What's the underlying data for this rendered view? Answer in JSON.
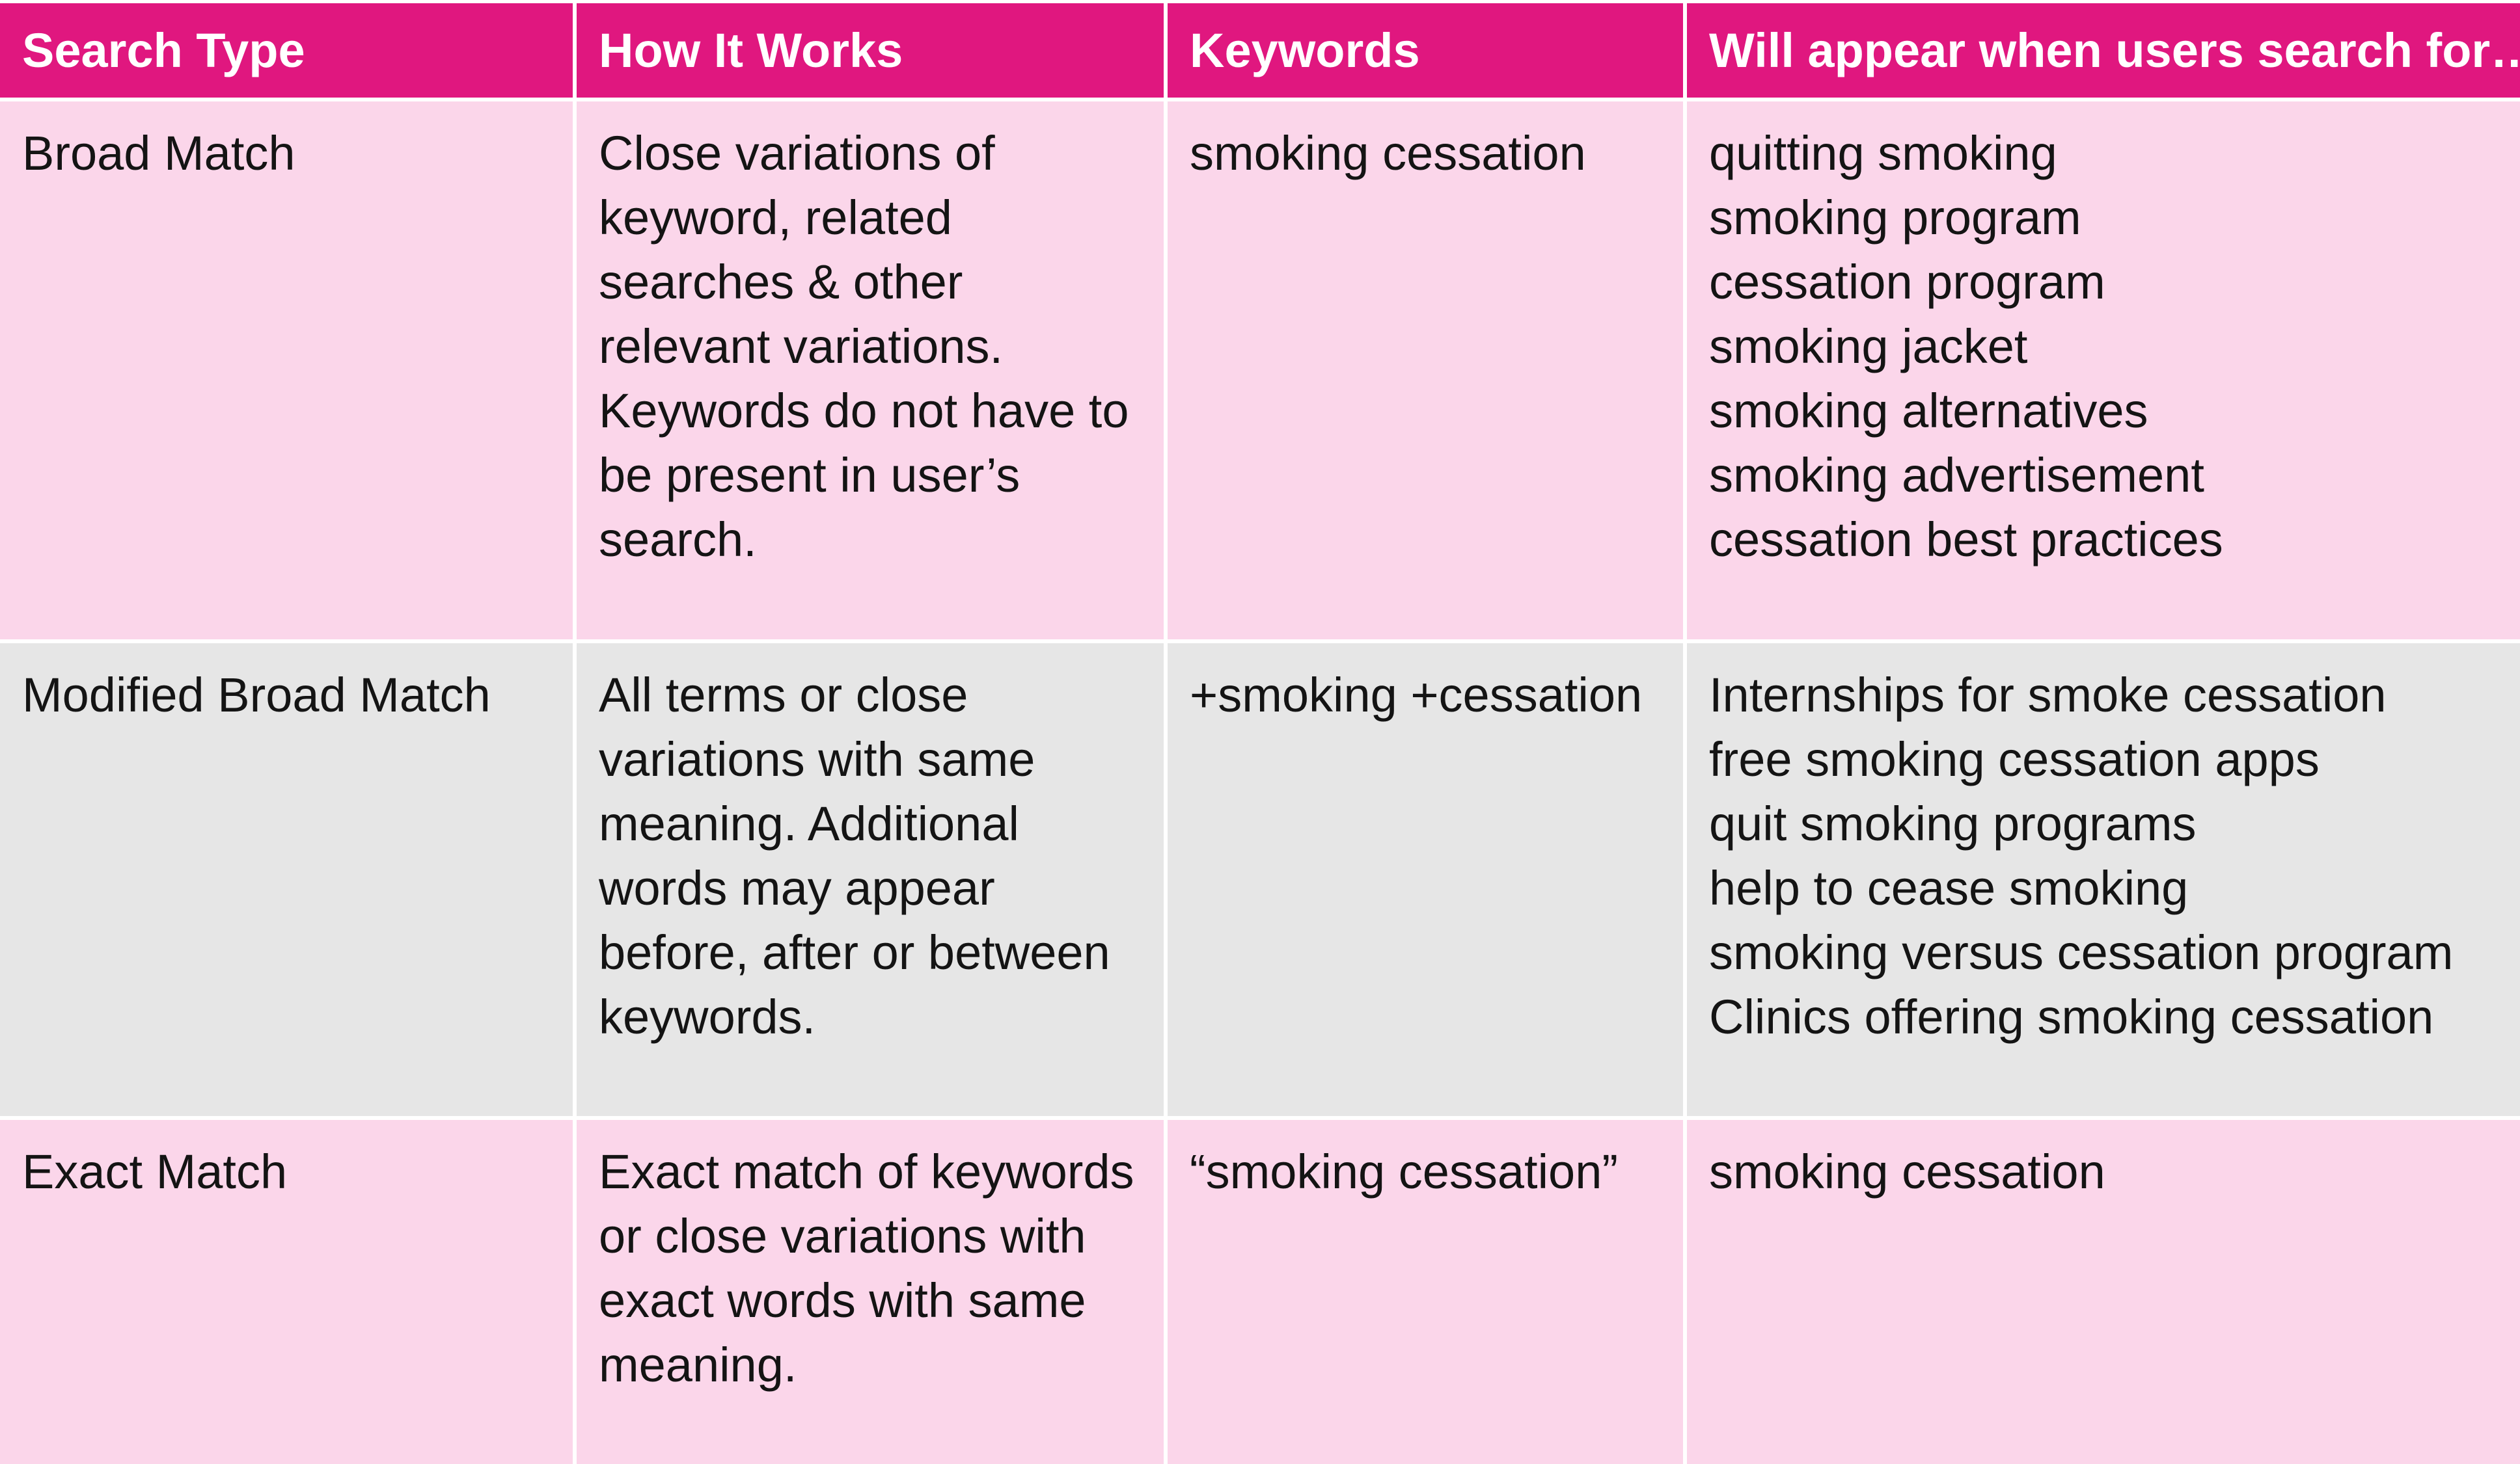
{
  "headers": [
    "Search Type",
    "How It Works",
    "Keywords",
    "Will appear when users search for…"
  ],
  "rows": [
    {
      "search_type": "Broad Match",
      "how_it_works": [
        "Close variations of",
        "keyword, related",
        "searches & other",
        "relevant variations.",
        "Keywords do not have to",
        "be present in user’s",
        "search."
      ],
      "keywords": "smoking cessation",
      "appears_for": [
        "quitting smoking",
        "smoking program",
        "cessation program",
        "smoking jacket",
        "smoking alternatives",
        "smoking advertisement",
        "cessation best practices"
      ]
    },
    {
      "search_type": "Modified Broad Match",
      "how_it_works": [
        "All terms or close",
        "variations with same",
        "meaning. Additional",
        "words may appear",
        "before, after or between",
        "keywords."
      ],
      "keywords": "+smoking +cessation",
      "appears_for": [
        "Internships for smoke cessation",
        "free smoking cessation apps",
        "quit smoking programs",
        "help to cease smoking",
        "smoking versus cessation program",
        "Clinics offering smoking cessation"
      ]
    },
    {
      "search_type": "Exact Match",
      "how_it_works": [
        "Exact match of keywords",
        "or close variations with",
        "exact words with same",
        "meaning."
      ],
      "keywords": "“smoking cessation”",
      "appears_for": [
        "smoking cessation"
      ]
    }
  ],
  "colors": {
    "header_bg": "#e0177f",
    "header_text": "#ffffff",
    "row_pink": "#fbd6ea",
    "row_gray": "#e6e6e6",
    "border": "#ffffff"
  }
}
